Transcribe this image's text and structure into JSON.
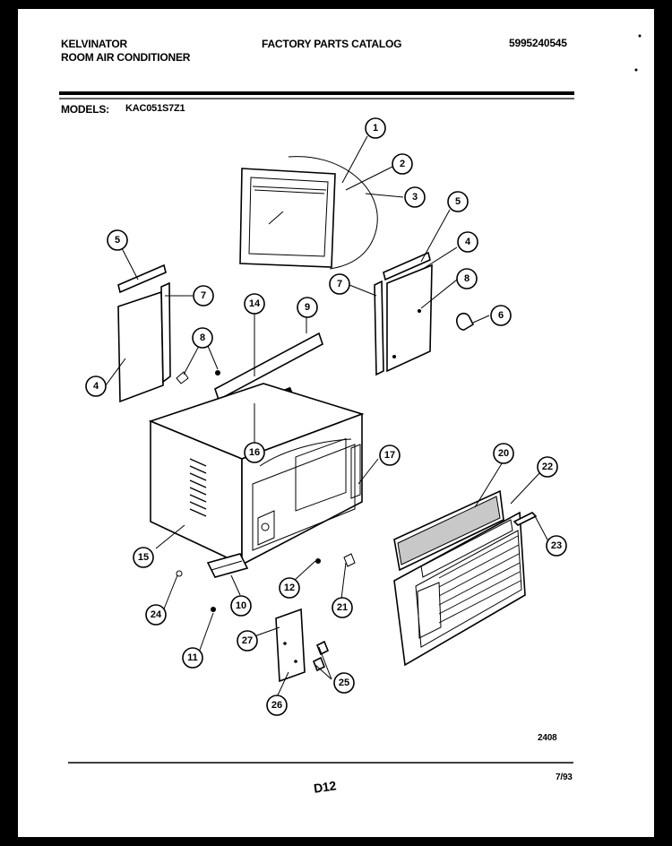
{
  "header": {
    "brand": "KELVINATOR",
    "product": "ROOM AIR CONDITIONER",
    "catalog_title": "FACTORY PARTS CATALOG",
    "catalog_number": "5995240545",
    "models_label": "MODELS:",
    "model_number": "KAC051S7Z1"
  },
  "callouts": [
    "1",
    "2",
    "3",
    "5",
    "4",
    "8",
    "7",
    "6",
    "14",
    "9",
    "5",
    "7",
    "8",
    "4",
    "17",
    "16",
    "20",
    "22",
    "15",
    "23",
    "12",
    "21",
    "24",
    "10",
    "11",
    "27",
    "25",
    "26"
  ],
  "footer": {
    "drawing_number": "2408",
    "page_code": "D12",
    "date": "7/93"
  }
}
